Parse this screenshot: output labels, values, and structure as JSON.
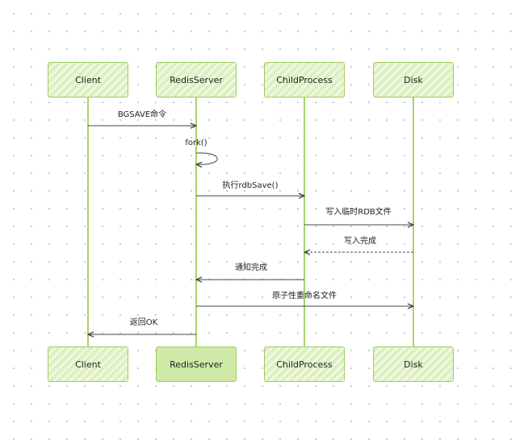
{
  "participants": {
    "top": [
      "Client",
      "RedisServer",
      "ChildProcess",
      "Disk"
    ],
    "bottom": [
      "Client",
      "RedisServer",
      "ChildProcess",
      "Disk"
    ]
  },
  "messages": [
    {
      "from": "Client",
      "to": "RedisServer",
      "label": "BGSAVE命令",
      "style": "solid"
    },
    {
      "from": "RedisServer",
      "to": "RedisServer",
      "label": "fork()",
      "style": "solid"
    },
    {
      "from": "RedisServer",
      "to": "ChildProcess",
      "label": "执行rdbSave()",
      "style": "solid"
    },
    {
      "from": "ChildProcess",
      "to": "Disk",
      "label": "写入临时RDB文件",
      "style": "solid"
    },
    {
      "from": "Disk",
      "to": "ChildProcess",
      "label": "写入完成",
      "style": "dashed"
    },
    {
      "from": "ChildProcess",
      "to": "RedisServer",
      "label": "通知完成",
      "style": "solid"
    },
    {
      "from": "RedisServer",
      "to": "Disk",
      "label": "原子性重命名文件",
      "style": "solid"
    },
    {
      "from": "RedisServer",
      "to": "Client",
      "label": "返回OK",
      "style": "solid"
    }
  ],
  "colors": {
    "box_fill": "#cfe9a6",
    "box_border": "#9fcc63",
    "lifeline": "#a9d46a",
    "arrow": "#444444"
  }
}
